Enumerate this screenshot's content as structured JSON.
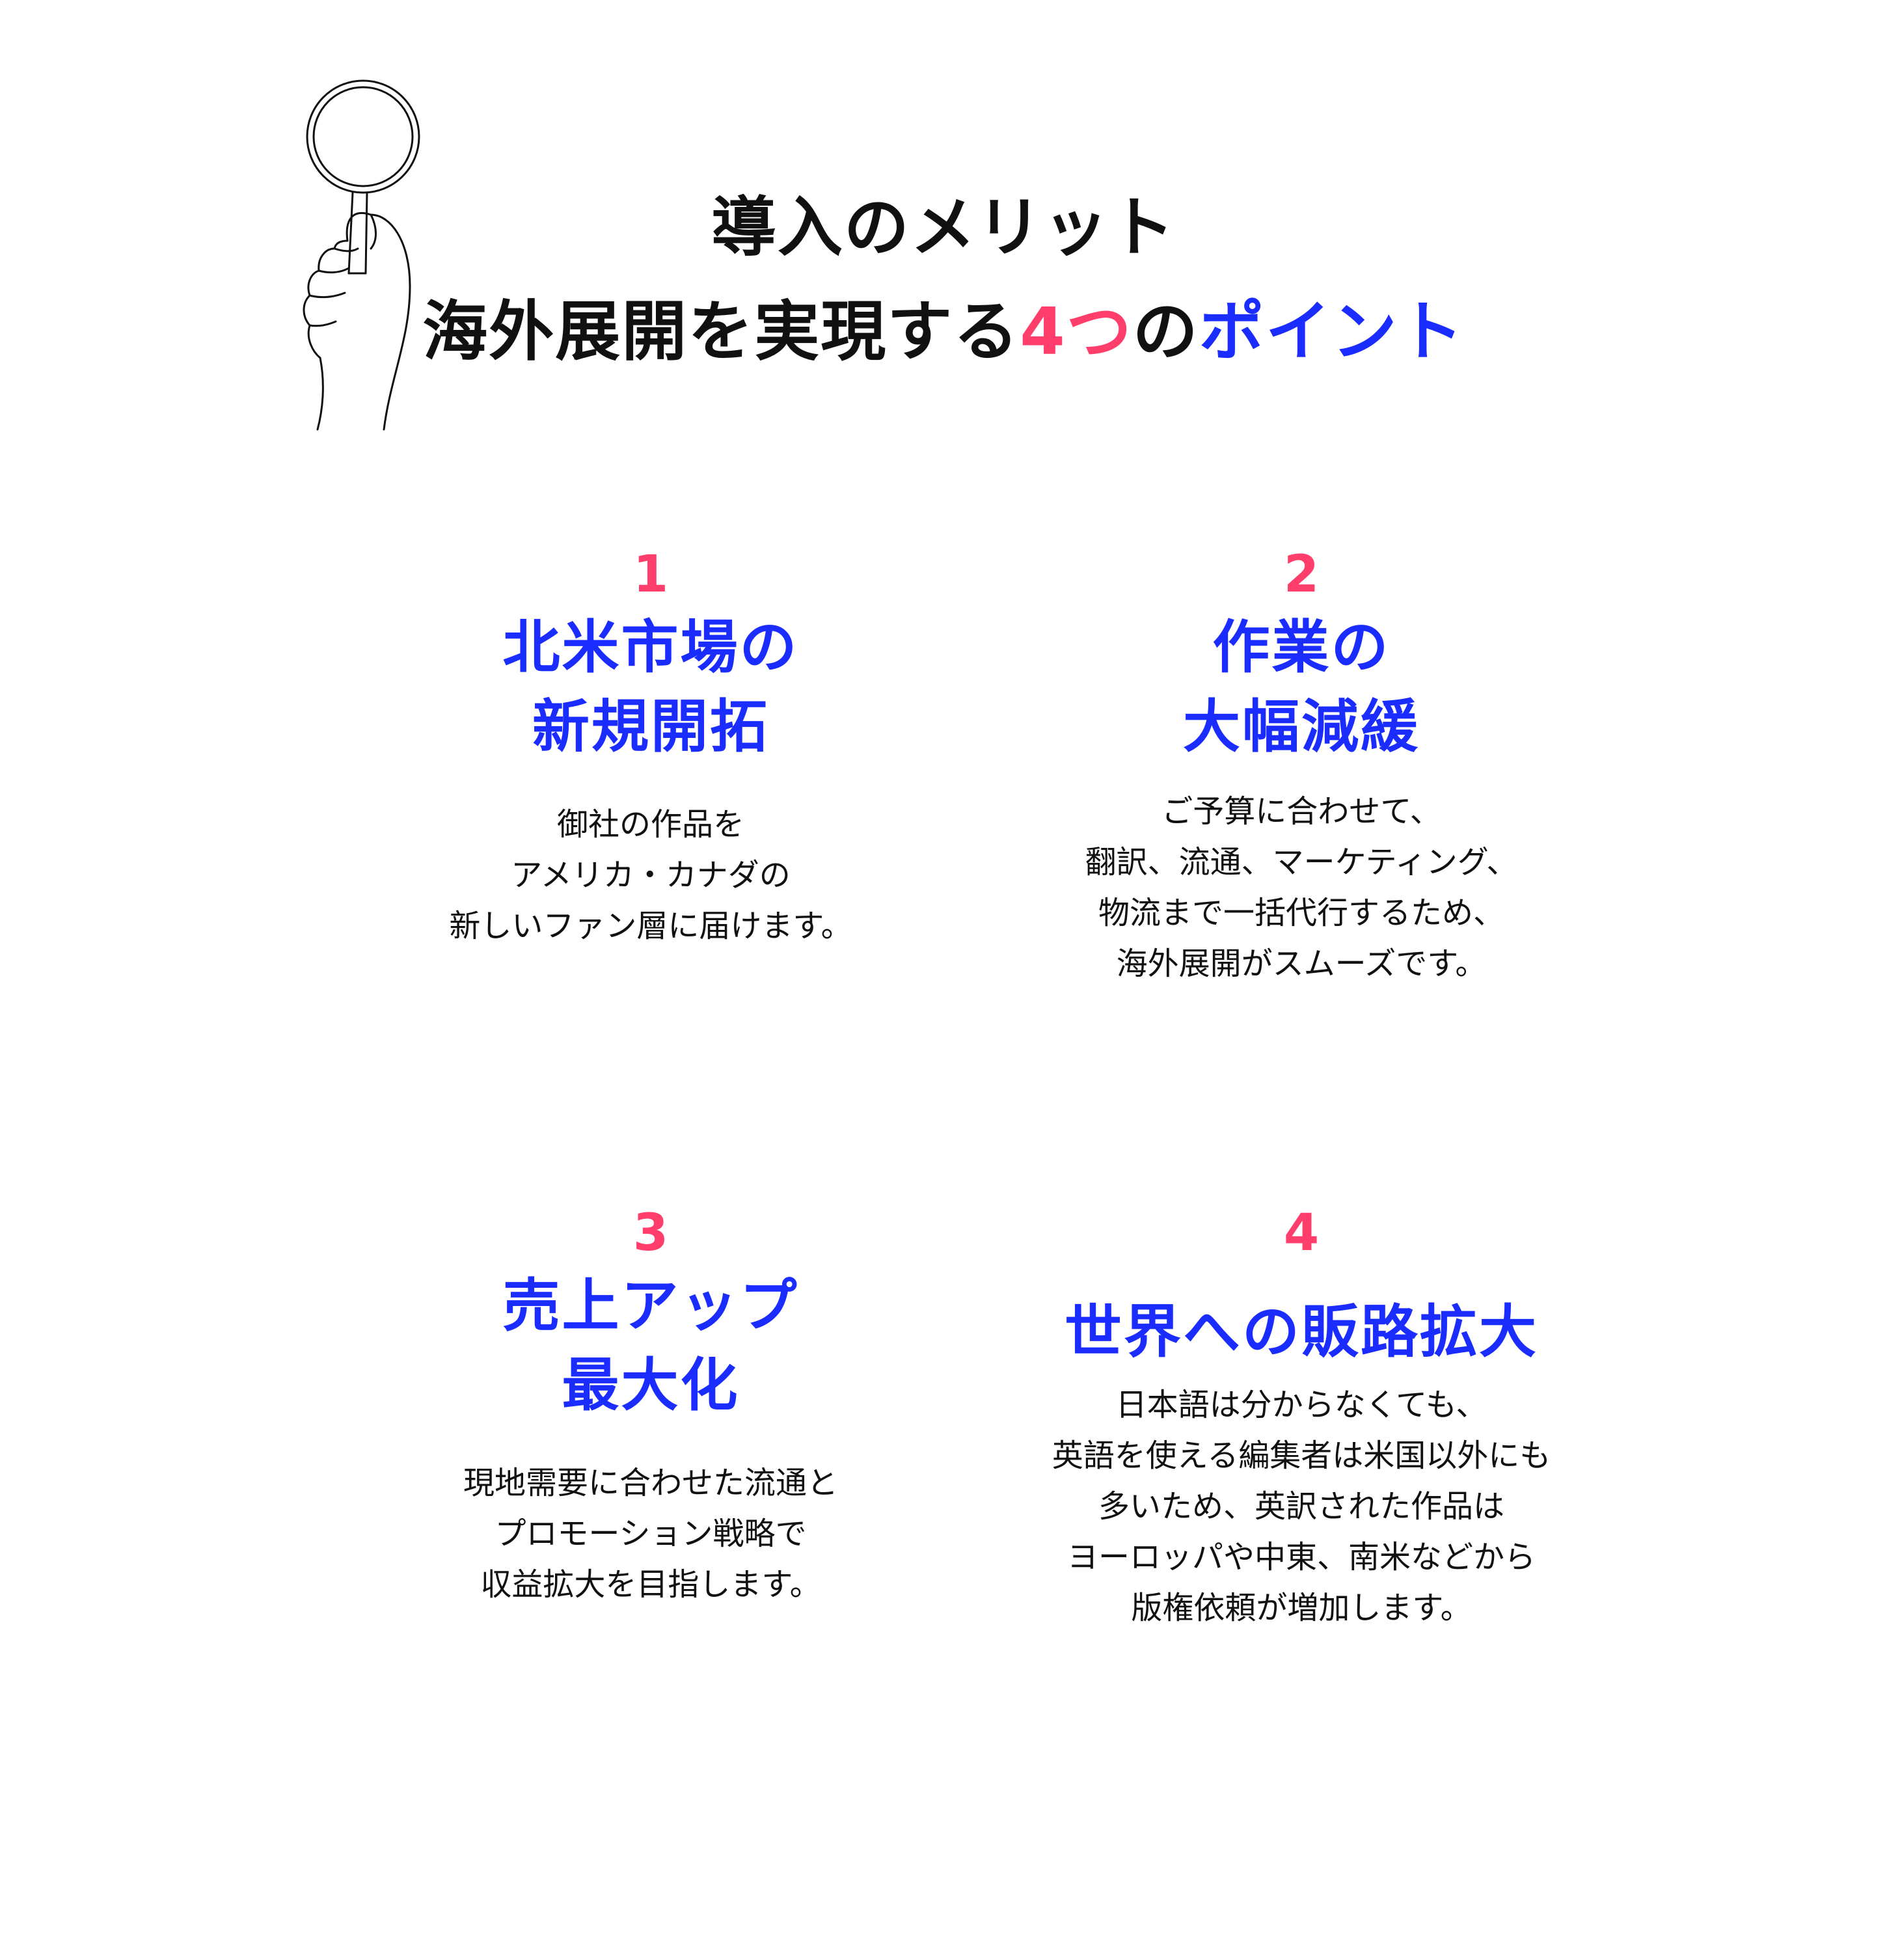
{
  "header": {
    "title_line_1": "導入のメリット",
    "title_line_2_prefix": "海外展開を実現する",
    "title_line_2_highlight_red": "4つ",
    "title_line_2_middle": "の",
    "title_line_2_highlight_blue": "ポイント"
  },
  "colors": {
    "accent_red": "#ff3e6c",
    "accent_blue": "#1b2cff",
    "text": "#111111",
    "background": "#ffffff"
  },
  "illustration": {
    "icon": "hand-holding-magnifier-icon"
  },
  "points": [
    {
      "number": "1",
      "title_lines": [
        "北米市場の",
        "新規開拓"
      ],
      "body_lines": [
        "御社の作品を",
        "アメリカ・カナダの",
        "新しいファン層に届けます。"
      ]
    },
    {
      "number": "2",
      "title_lines": [
        "作業の",
        "大幅減緩"
      ],
      "body_lines": [
        "ご予算に合わせて、",
        "翻訳、流通、マーケティング、",
        "物流まで一括代行するため、",
        "海外展開がスムーズです。"
      ]
    },
    {
      "number": "3",
      "title_lines": [
        "売上アップ",
        "最大化"
      ],
      "body_lines": [
        "現地需要に合わせた流通と",
        "プロモーション戦略で",
        "収益拡大を目指します。"
      ]
    },
    {
      "number": "4",
      "title_lines": [
        "世界への販路拡大"
      ],
      "body_lines": [
        "日本語は分からなくても、",
        "英語を使える編集者は米国以外にも",
        "多いため、英訳された作品は",
        "ヨーロッパや中東、南米などから",
        "版権依頼が増加します。"
      ]
    }
  ]
}
